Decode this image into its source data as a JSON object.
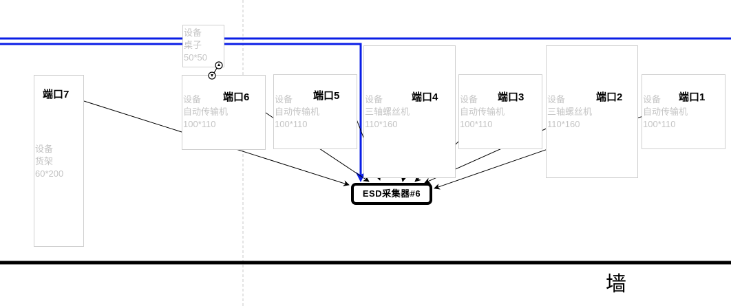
{
  "equipment": [
    {
      "id": "shelf",
      "type": "设备",
      "name": "货架",
      "size": "60*200"
    },
    {
      "id": "table",
      "type": "设备",
      "name": "桌子",
      "size": "50*50"
    },
    {
      "id": "conv-a",
      "type": "设备",
      "name": "自动传输机",
      "size": "100*110"
    },
    {
      "id": "conv-b",
      "type": "设备",
      "name": "自动传输机",
      "size": "100*110"
    },
    {
      "id": "screw-a",
      "type": "设备",
      "name": "三轴螺丝机",
      "size": "110*160"
    },
    {
      "id": "conv-c",
      "type": "设备",
      "name": "自动传输机",
      "size": "100*110"
    },
    {
      "id": "screw-b",
      "type": "设备",
      "name": "三轴螺丝机",
      "size": "110*160"
    },
    {
      "id": "conv-d",
      "type": "设备",
      "name": "自动传输机",
      "size": "100*110"
    }
  ],
  "ports": [
    "端口7",
    "端口6",
    "端口5",
    "端口4",
    "端口3",
    "端口2",
    "端口1"
  ],
  "collector": {
    "label": "ESD采集器#6"
  },
  "wall": {
    "label": "墙"
  },
  "colors": {
    "cable": "#0a1ee6",
    "wall": "#000000",
    "equipment_border": "#cfcfcf",
    "equipment_text": "#c4c4c4"
  }
}
